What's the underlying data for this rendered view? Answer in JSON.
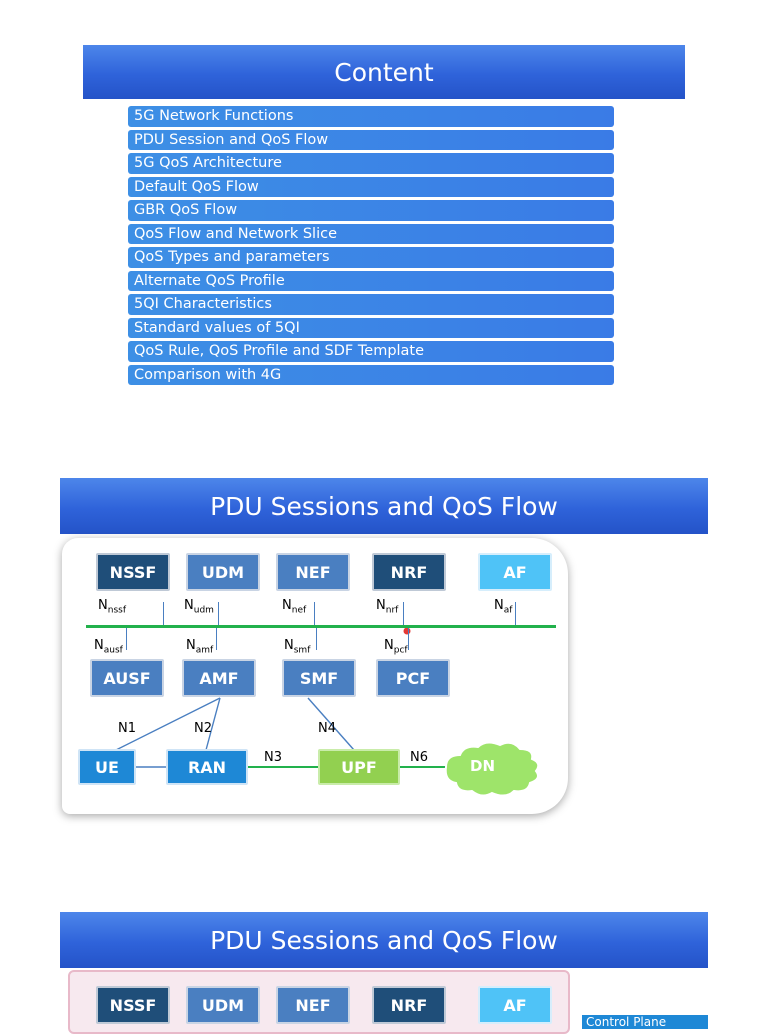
{
  "slide1": {
    "title": "Content",
    "items": [
      "5G Network Functions",
      "PDU Session and QoS Flow",
      "5G QoS Architecture",
      "Default QoS Flow",
      "GBR QoS Flow",
      "QoS Flow and Network Slice",
      "QoS Types  and parameters",
      "Alternate QoS Profile",
      "5QI Characteristics",
      "Standard values of 5QI",
      "QoS Rule, QoS Profile and SDF Template",
      "Comparison with 4G"
    ]
  },
  "slide2": {
    "title": "PDU Sessions and QoS Flow",
    "nodes": {
      "nssf": "NSSF",
      "udm": "UDM",
      "nef": "NEF",
      "nrf": "NRF",
      "af": "AF",
      "ausf": "AUSF",
      "amf": "AMF",
      "smf": "SMF",
      "pcf": "PCF",
      "ue": "UE",
      "ran": "RAN",
      "upf": "UPF",
      "dn": "DN"
    },
    "interfaces": {
      "nssf": "nssf",
      "udm": "udm",
      "nef": "nef",
      "nrf": "nrf",
      "af": "af",
      "ausf": "ausf",
      "amf": "amf",
      "smf": "smf",
      "pcf": "pcf",
      "prefix": "N",
      "n1": "N1",
      "n2": "N2",
      "n3": "N3",
      "n4": "N4",
      "n6": "N6"
    },
    "colors": {
      "bus": "#22b14c",
      "dark_nf": "#1f4e79",
      "nf": "#4a7fc1",
      "af": "#4fc3f7",
      "upf": "#92d050"
    }
  },
  "slide3": {
    "title": "PDU Sessions and QoS Flow",
    "nodes": {
      "nssf": "NSSF",
      "udm": "UDM",
      "nef": "NEF",
      "nrf": "NRF",
      "af": "AF"
    },
    "badge": "Control  Plane"
  }
}
